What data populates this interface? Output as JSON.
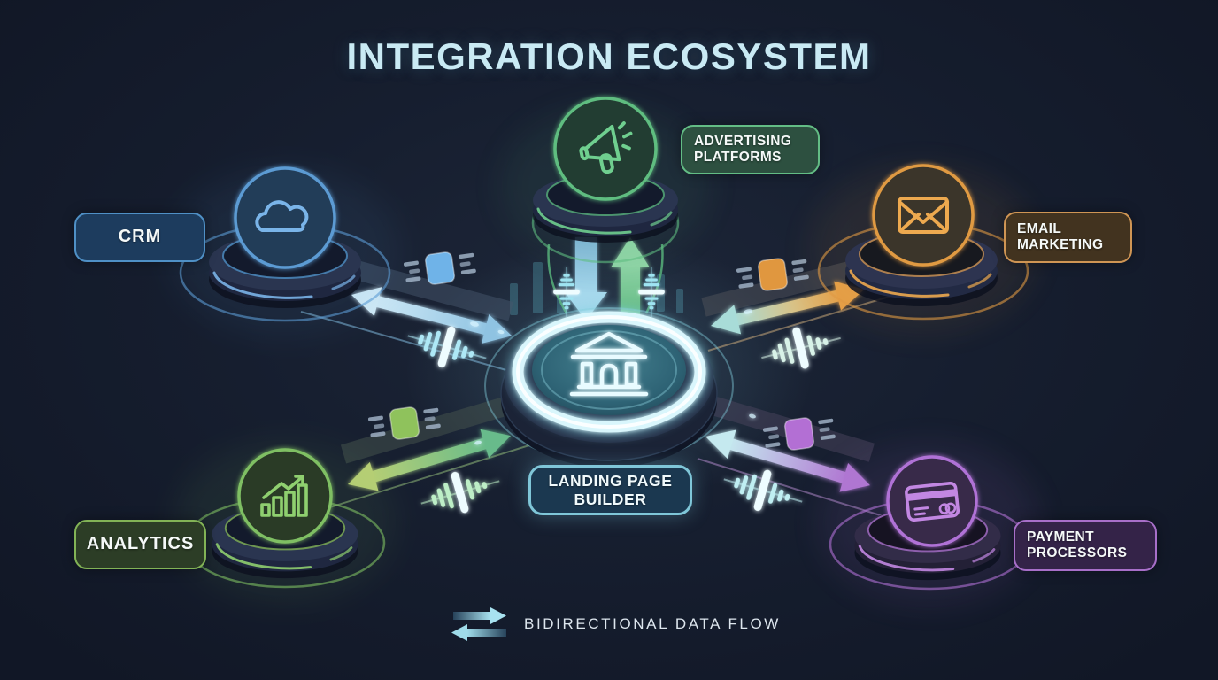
{
  "title": "INTEGRATION ECOSYSTEM",
  "title_color": "#c9eaf4",
  "background_color": "#141b2b",
  "hub": {
    "id": "landing-page-builder",
    "label": "LANDING PAGE BUILDER",
    "icon": "bank-building-icon",
    "accent": "#8fd4e2",
    "box_border": "#7fc6d8",
    "box_bg": "#1b3850"
  },
  "nodes": [
    {
      "id": "advertising-platforms",
      "label": "ADVERTISING PLATFORMS",
      "icon": "megaphone-icon",
      "accent": "#5fbd80",
      "box_border": "#63bd85",
      "box_bg": "#2d5040"
    },
    {
      "id": "crm",
      "label": "CRM",
      "icon": "cloud-icon",
      "accent": "#5b9bd3",
      "box_border": "#4f90c6",
      "box_bg": "#1d3c5e"
    },
    {
      "id": "email-marketing",
      "label": "EMAIL MARKETING",
      "icon": "envelope-icon",
      "accent": "#e09a43",
      "box_border": "#cf9554",
      "box_bg": "#42331f"
    },
    {
      "id": "analytics",
      "label": "ANALYTICS",
      "icon": "bar-chart-icon",
      "accent": "#7fbf63",
      "box_border": "#82b356",
      "box_bg": "#2c3d26"
    },
    {
      "id": "payment-processors",
      "label": "PAYMENT PROCESSORS",
      "icon": "credit-card-icon",
      "accent": "#b072d6",
      "box_border": "#a86fc9",
      "box_bg": "#342348"
    }
  ],
  "connections": [
    {
      "from": "landing-page-builder",
      "to": "advertising-platforms",
      "type": "bidirectional"
    },
    {
      "from": "landing-page-builder",
      "to": "crm",
      "type": "bidirectional"
    },
    {
      "from": "landing-page-builder",
      "to": "email-marketing",
      "type": "bidirectional"
    },
    {
      "from": "landing-page-builder",
      "to": "analytics",
      "type": "bidirectional"
    },
    {
      "from": "landing-page-builder",
      "to": "payment-processors",
      "type": "bidirectional"
    }
  ],
  "legend": {
    "label": "BIDIRECTIONAL DATA FLOW",
    "arrow_color": "#9fdbe9"
  }
}
